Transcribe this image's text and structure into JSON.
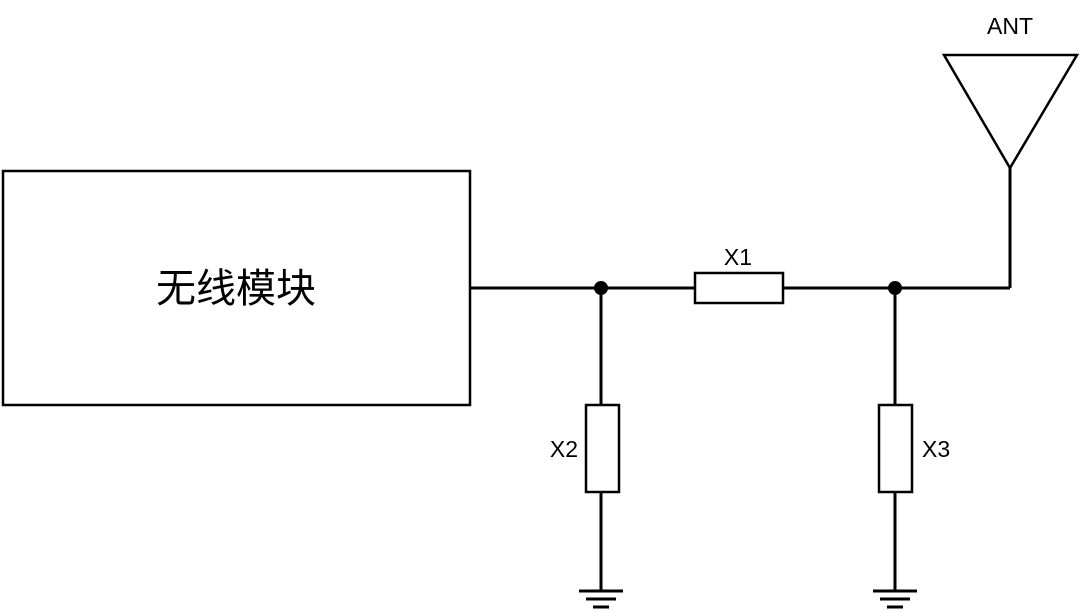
{
  "module": {
    "label": "无线模块"
  },
  "components": {
    "x1": {
      "label": "X1"
    },
    "x2": {
      "label": "X2"
    },
    "x3": {
      "label": "X3"
    }
  },
  "antenna": {
    "label": "ANT"
  },
  "colors": {
    "line": "#000000",
    "background": "#ffffff"
  }
}
